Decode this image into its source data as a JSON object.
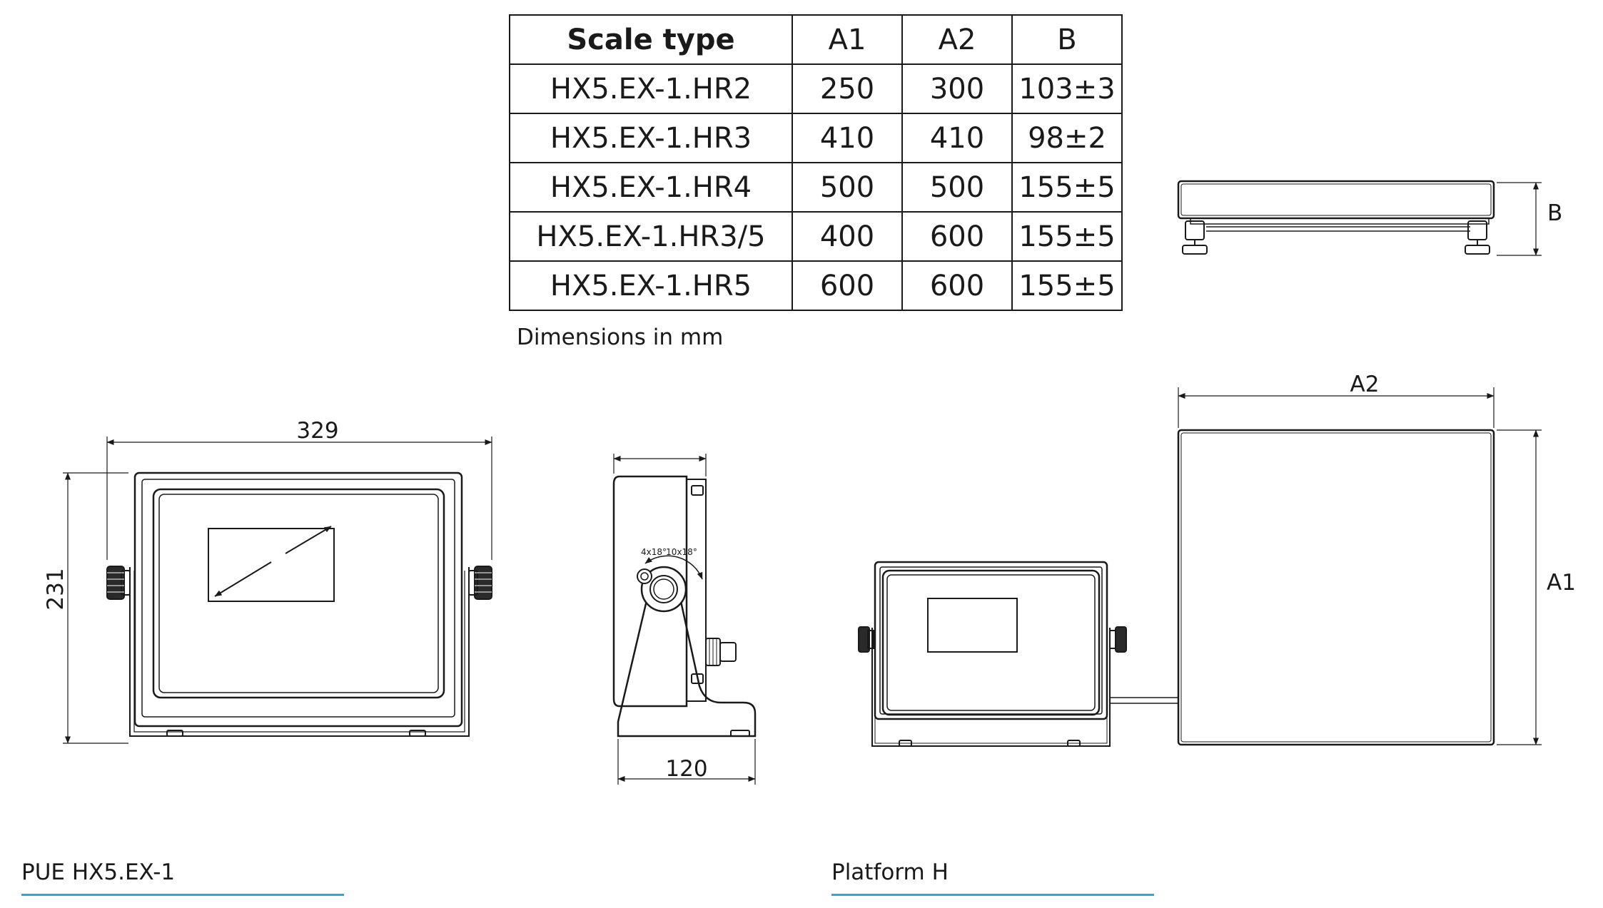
{
  "table": {
    "headers": [
      "Scale type",
      "A1",
      "A2",
      "B"
    ],
    "rows": [
      [
        "HX5.EX-1.HR2",
        "250",
        "300",
        "103±3"
      ],
      [
        "HX5.EX-1.HR3",
        "410",
        "410",
        "98±2"
      ],
      [
        "HX5.EX-1.HR4",
        "500",
        "500",
        "155±5"
      ],
      [
        "HX5.EX-1.HR3/5",
        "400",
        "600",
        "155±5"
      ],
      [
        "HX5.EX-1.HR5",
        "600",
        "600",
        "155±5"
      ]
    ],
    "note": "Dimensions in mm"
  },
  "indicator": {
    "width_label": "329",
    "height_label": "231",
    "depth_label": "120",
    "angle_label_1": "4x18°",
    "angle_label_2": "10x18°",
    "caption": "PUE HX5.EX-1"
  },
  "platform": {
    "a2_label": "A2",
    "a1_label": "A1",
    "b_label": "B",
    "caption": "Platform H"
  },
  "colors": {
    "line": "#1a1a1a",
    "caption_underline": "#29a8e0"
  }
}
